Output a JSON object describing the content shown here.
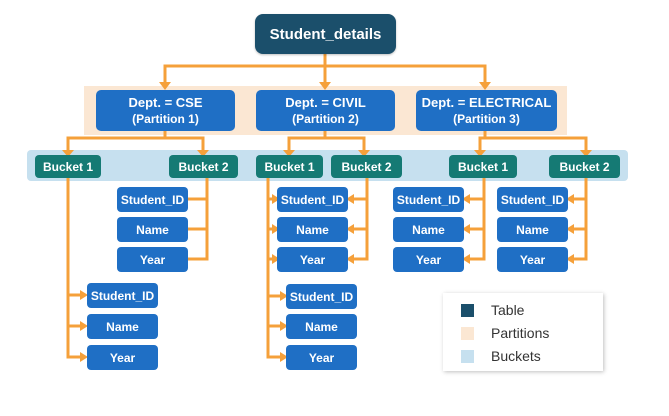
{
  "colors": {
    "table": "#1b4f6b",
    "partition": "#1f6fc5",
    "bucket": "#157a74",
    "field": "#1f6fc5",
    "partitions_band": "#fbe7d3",
    "buckets_band": "#c6e0ef",
    "connector": "#f5a03a"
  },
  "table": {
    "label": "Student_details"
  },
  "partitions": [
    {
      "label": "Dept. = CSE",
      "sub": "(Partition 1)"
    },
    {
      "label": "Dept. = CIVIL",
      "sub": "(Partition 2)"
    },
    {
      "label": "Dept. = ELECTRICAL",
      "sub": "(Partition 3)"
    }
  ],
  "buckets": [
    {
      "label": "Bucket 1"
    },
    {
      "label": "Bucket 2"
    },
    {
      "label": "Bucket 1"
    },
    {
      "label": "Bucket 2"
    },
    {
      "label": "Bucket 1"
    },
    {
      "label": "Bucket 2"
    }
  ],
  "fields": [
    "Student_ID",
    "Name",
    "Year"
  ],
  "legend": {
    "items": [
      {
        "label": "Table",
        "icon": "table-swatch"
      },
      {
        "label": "Partitions",
        "icon": "partitions-swatch"
      },
      {
        "label": "Buckets",
        "icon": "buckets-swatch"
      }
    ]
  }
}
